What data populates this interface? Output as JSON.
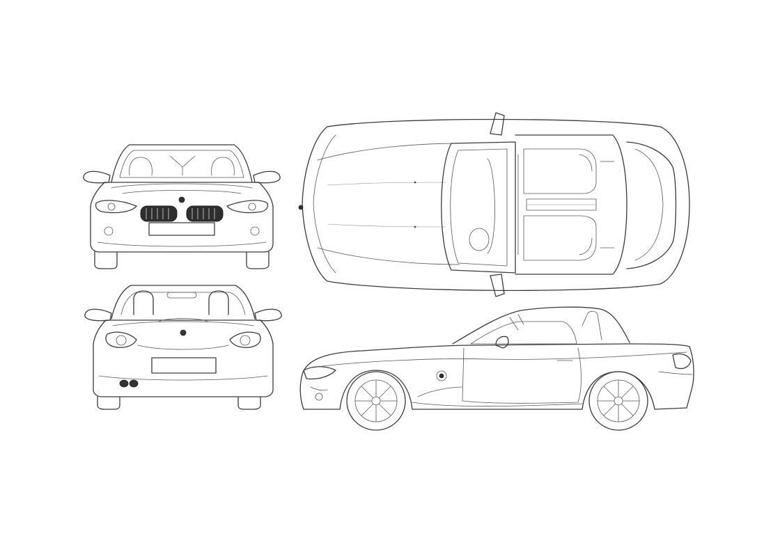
{
  "drawing": {
    "subject": "roadster",
    "views": [
      {
        "id": "front",
        "icon": "car-front-view-icon"
      },
      {
        "id": "rear",
        "icon": "car-rear-view-icon"
      },
      {
        "id": "top",
        "icon": "car-top-view-icon"
      },
      {
        "id": "side",
        "icon": "car-side-view-icon"
      }
    ],
    "colors": {
      "background": "#ffffff",
      "line": "#3a3a3a"
    }
  }
}
